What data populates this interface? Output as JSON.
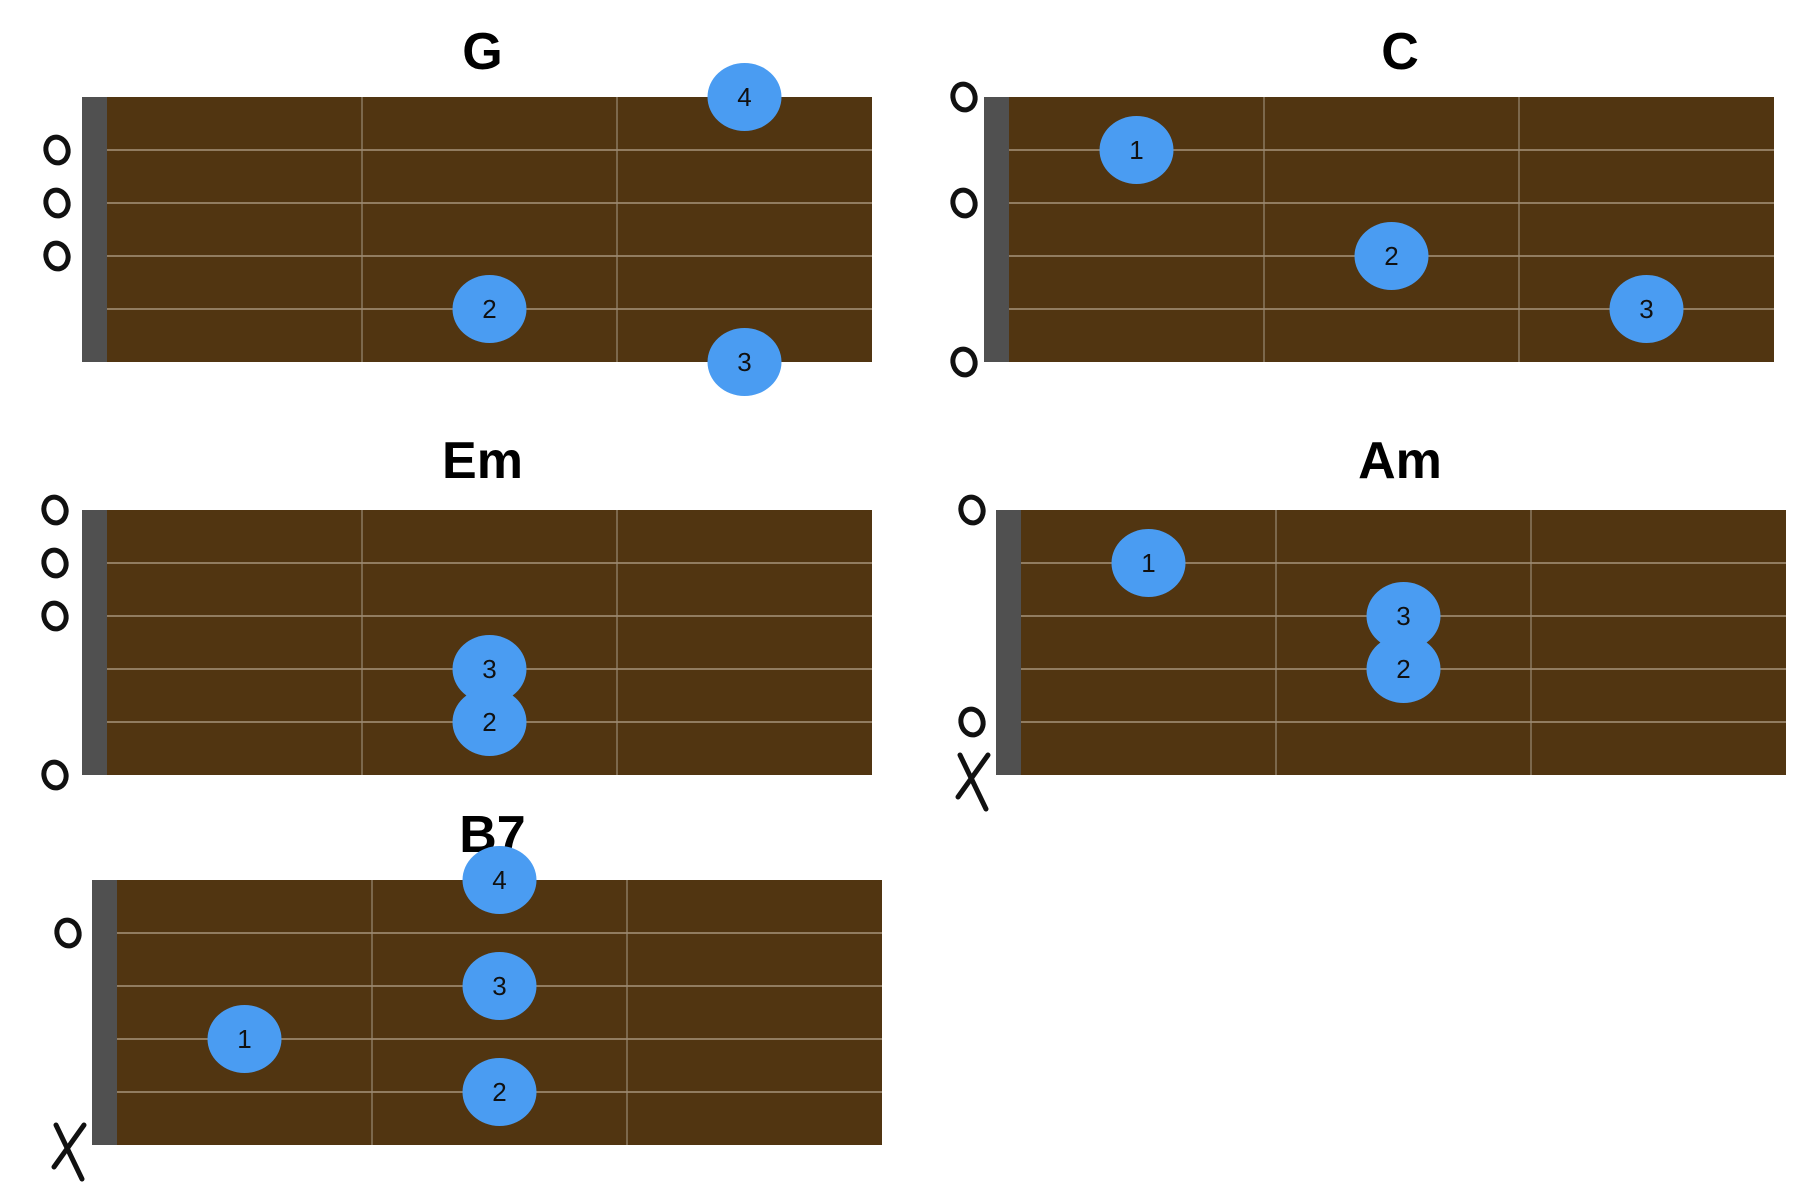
{
  "colors": {
    "fretboard": "#513511",
    "nut": "#505050",
    "fret_line": "#9a8a73",
    "string_line": "#b8a890",
    "finger": "#4a9cf2",
    "marker_ink": "#111111"
  },
  "chords": [
    {
      "name": "G",
      "fingers": [
        {
          "label": "4",
          "string": 0,
          "fret": 3
        },
        {
          "label": "2",
          "string": 4,
          "fret": 2
        },
        {
          "label": "3",
          "string": 5,
          "fret": 3
        }
      ],
      "markers": [
        {
          "symbol": "o",
          "string": 1
        },
        {
          "symbol": "o",
          "string": 2
        },
        {
          "symbol": "o",
          "string": 3
        }
      ]
    },
    {
      "name": "C",
      "fingers": [
        {
          "label": "1",
          "string": 1,
          "fret": 1
        },
        {
          "label": "2",
          "string": 3,
          "fret": 2
        },
        {
          "label": "3",
          "string": 4,
          "fret": 3
        }
      ],
      "markers": [
        {
          "symbol": "o",
          "string": 0
        },
        {
          "symbol": "o",
          "string": 2
        },
        {
          "symbol": "o",
          "string": 5
        }
      ]
    },
    {
      "name": "Em",
      "fingers": [
        {
          "label": "3",
          "string": 3,
          "fret": 2
        },
        {
          "label": "2",
          "string": 4,
          "fret": 2
        }
      ],
      "markers": [
        {
          "symbol": "o",
          "string": 0
        },
        {
          "symbol": "o",
          "string": 1
        },
        {
          "symbol": "o",
          "string": 2
        },
        {
          "symbol": "o",
          "string": 5
        }
      ]
    },
    {
      "name": "Am",
      "fingers": [
        {
          "label": "1",
          "string": 1,
          "fret": 1
        },
        {
          "label": "3",
          "string": 2,
          "fret": 2
        },
        {
          "label": "2",
          "string": 3,
          "fret": 2
        }
      ],
      "markers": [
        {
          "symbol": "o",
          "string": 0
        },
        {
          "symbol": "o",
          "string": 4
        },
        {
          "symbol": "x",
          "string": 5
        }
      ]
    },
    {
      "name": "B7",
      "fingers": [
        {
          "label": "4",
          "string": 0,
          "fret": 2
        },
        {
          "label": "3",
          "string": 2,
          "fret": 2
        },
        {
          "label": "1",
          "string": 3,
          "fret": 1
        },
        {
          "label": "2",
          "string": 4,
          "fret": 2
        }
      ],
      "markers": [
        {
          "symbol": "o",
          "string": 1
        },
        {
          "symbol": "x",
          "string": 5
        }
      ]
    }
  ]
}
